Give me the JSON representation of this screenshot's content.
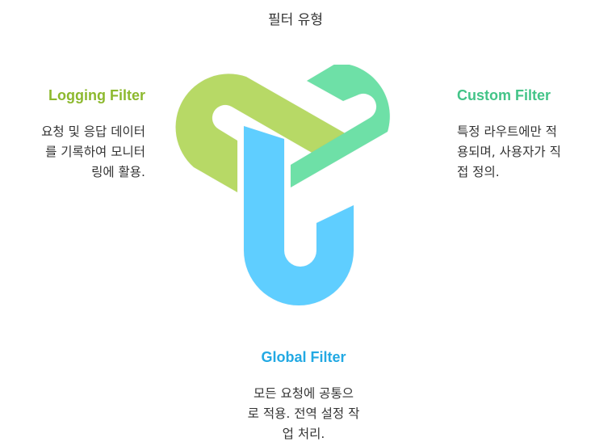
{
  "title": "필터 유형",
  "colors": {
    "logging": "#B7D966",
    "custom": "#6EE0A7",
    "global": "#5ECEFF",
    "logging_heading": "#8DB92E",
    "custom_heading": "#43C488",
    "global_heading": "#22A9E3"
  },
  "filters": {
    "logging": {
      "heading": "Logging Filter",
      "lines": [
        "요청 및 응답 데이터",
        "를 기록하여 모니터",
        "링에 활용."
      ]
    },
    "custom": {
      "heading": "Custom Filter",
      "lines": [
        "특정 라우트에만 적",
        "용되며, 사용자가 직",
        "접 정의."
      ]
    },
    "global": {
      "heading": "Global Filter",
      "lines": [
        "모든 요청에 공통으",
        "로 적용. 전역 설정 작",
        "업 처리."
      ]
    }
  }
}
